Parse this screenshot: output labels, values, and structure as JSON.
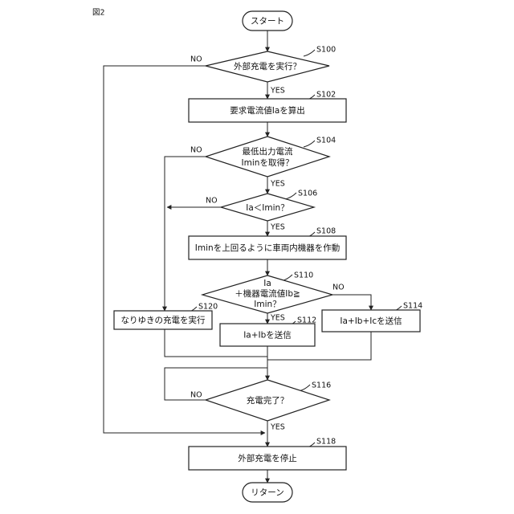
{
  "figure_label": "図2",
  "nodes": {
    "start": "スタート",
    "s100": "外部充電を実行？",
    "s102": "要求電流値Iaを算出",
    "s104": [
      "最低出力電流",
      "Iminを取得？"
    ],
    "s106": "Ia＜Imin？",
    "s108": "Iminを上回るように車両内機器を作動",
    "s110": [
      "Ia",
      "＋機器電流値Ib≧",
      "Imin？"
    ],
    "s112": "Ia+Ibを送信",
    "s114": "Ia+Ib+Icを送信",
    "s116": "充電完了？",
    "s118": "外部充電を停止",
    "s120": "なりゆきの充電を実行",
    "end": "リターン"
  },
  "step_labels": {
    "s100": "S100",
    "s102": "S102",
    "s104": "S104",
    "s106": "S106",
    "s108": "S108",
    "s110": "S110",
    "s112": "S112",
    "s114": "S114",
    "s116": "S116",
    "s118": "S118",
    "s120": "S120"
  },
  "branch_labels": {
    "yes": "YES",
    "no": "NO"
  }
}
